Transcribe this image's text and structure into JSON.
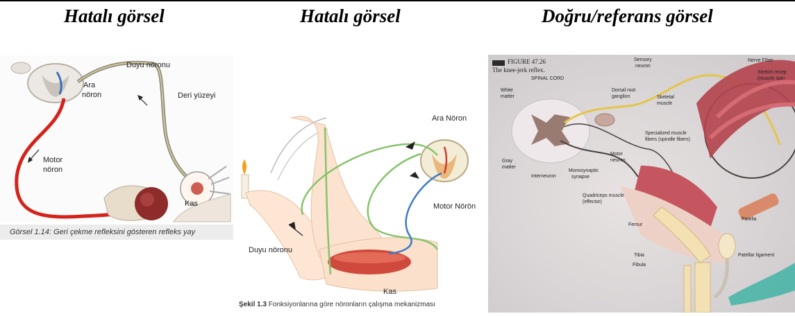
{
  "headings": {
    "left": "Hatalı görsel",
    "middle": "Hatalı görsel",
    "right": "Doğru/referans görsel"
  },
  "panel1": {
    "labels": {
      "duyu_noronu": "Duyu nöronu",
      "ara_noron_1": "Ara",
      "ara_noron_2": "nöron",
      "deri_yuzeyi": "Deri yüzeyi",
      "motor_noron_1": "Motor",
      "motor_noron_2": "nöron",
      "kas": "Kas"
    },
    "caption": "Görsel 1.14: Geri çekme refleksini gösteren refleks yay"
  },
  "panel2": {
    "labels": {
      "ara_noron": "Ara Nöron",
      "motor_noron": "Motor Nörön",
      "duyu_noronu": "Duyu nöronu",
      "kas": "Kas"
    },
    "caption_bold": "Şekil 1.3",
    "caption_rest": " Fonksiyonlarına göre nöronların çalışma mekanizması"
  },
  "panel3": {
    "figure_label": "FIGURE 47.26",
    "figure_title": "The knee-jerk reflex.",
    "labels": {
      "spinal_cord": "SPINAL CORD",
      "white_matter_1": "White",
      "white_matter_2": "matter",
      "gray_matter_1": "Gray",
      "gray_matter_2": "matter",
      "interneuron": "Interneuron",
      "monosynaptic_1": "Monosynaptic",
      "monosynaptic_2": "synapse",
      "dorsal_root_1": "Dorsal root",
      "dorsal_root_2": "ganglion",
      "sensory_1": "Sensory",
      "sensory_2": "neuron",
      "skeletal_1": "Skeletal",
      "skeletal_2": "muscle",
      "motor_1": "Motor",
      "motor_2": "neuron",
      "specialized_1": "Specialized muscle",
      "specialized_2": "fibers (spindle fibers)",
      "nerve_fiber": "Nerve Fiber",
      "stretch_1": "Stretch recep",
      "stretch_2": "(muscle spin",
      "quadriceps_1": "Quadriceps muscle",
      "quadriceps_2": "(effector)",
      "patella": "Patella",
      "femur": "Femur",
      "tibia": "Tibia",
      "fibula": "Fibula",
      "patellar_ligament": "Patellar ligament"
    }
  }
}
